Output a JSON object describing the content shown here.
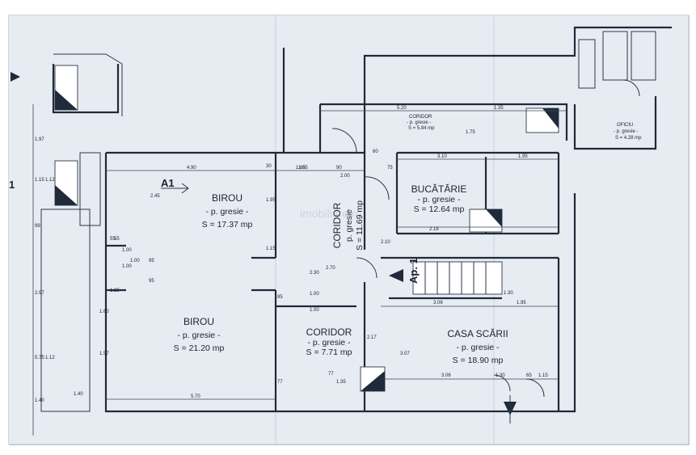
{
  "colors": {
    "paper": "#e7ecf3",
    "ink": "#1f2a3a"
  },
  "rooms": {
    "birou1": {
      "name": "BIROU",
      "floor": "- p. gresie -",
      "area": "S = 17.37 mp"
    },
    "birou2": {
      "name": "BIROU",
      "floor": "- p. gresie -",
      "area": "S = 21.20 mp"
    },
    "coridor_central": {
      "name": "CORIDOR",
      "floor": "p. gresie",
      "area": "S = 11.69 mp"
    },
    "coridor_mic": {
      "name": "CORIDOR",
      "floor": "- p. gresie -",
      "area": "S = 7.71 mp"
    },
    "bucatarie": {
      "name": "BUCĂTĂRIE",
      "floor": "- p. gresie -",
      "area": "S = 12.64 mp"
    },
    "casa_scarii": {
      "name": "CASA SCĂRII",
      "floor": "- p. gresie -",
      "area": "S = 18.90 mp"
    },
    "oficiu": {
      "name": "OFICIU",
      "floor": "- p. gresie -",
      "area": "S = 4.28 mp"
    },
    "coridor_sus": {
      "name": "CORIDOR",
      "floor": "- p. gresie -",
      "area": "S = 5.84 mp"
    }
  },
  "tags": {
    "a1": "A1",
    "ap1": "Ap. 1",
    "left_marker": "1"
  },
  "watermark": "imobiliare.ro",
  "dimensions": {
    "top": [
      "4.90",
      "1.65",
      "30",
      "90",
      "2.00",
      "75",
      "3.10",
      "1.95",
      "5.20",
      "1.35",
      "1.75"
    ],
    "left": [
      "1.97",
      "1.15",
      "1.12",
      "99",
      "2.97",
      "5.75",
      "1.12",
      "1.40"
    ],
    "bottom": [
      "1.40",
      "5.70",
      "77",
      "1.35",
      "77",
      "3.06",
      "1.30",
      "65",
      "1.15"
    ],
    "middle": [
      "2.45",
      "1.95",
      "1.00",
      "55",
      "1.25",
      "1.60",
      "1.57",
      "2.18",
      "3.06",
      "1.95",
      "2.10",
      "1.65",
      "1.15",
      "2.30",
      "1.00",
      "85",
      "1.00",
      "95",
      "1.00",
      "95",
      "60",
      "2.17",
      "3.07",
      "55",
      "1.00",
      "2.70",
      "1.30"
    ]
  }
}
